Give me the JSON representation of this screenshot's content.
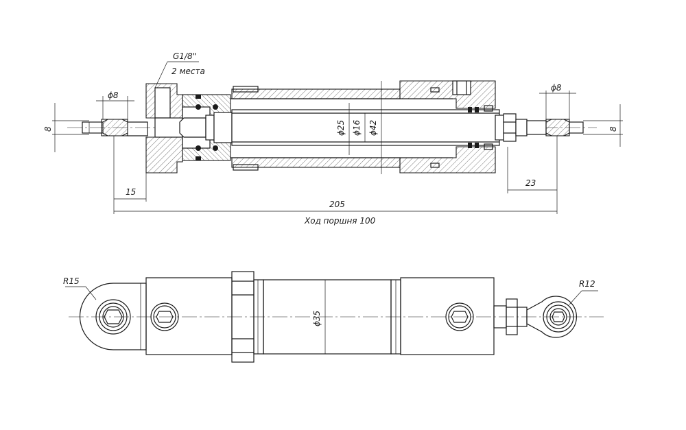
{
  "annotations": {
    "port_thread": "G1/8\"",
    "port_count": "2 места"
  },
  "dimensions": {
    "left_pin_dia": "ϕ8",
    "right_pin_dia": "ϕ8",
    "left_height": "8",
    "right_height": "8",
    "rod_dia": "ϕ25",
    "inner_dia": "ϕ16",
    "bore_dia": "ϕ42",
    "left_offset": "15",
    "right_offset": "23",
    "overall_length": "205",
    "stroke_note": "Ход поршня 100",
    "body_dia": "ϕ35",
    "left_radius": "R15",
    "right_radius": "R12"
  }
}
